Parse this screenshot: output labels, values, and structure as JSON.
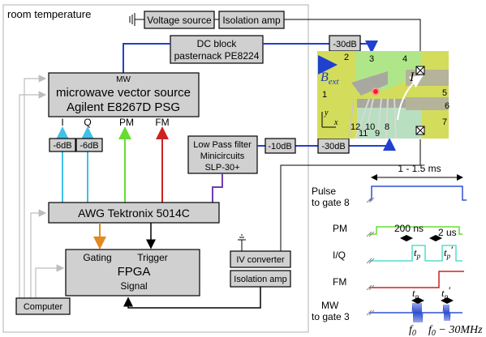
{
  "room_label": "room temperature",
  "voltage_source": "Voltage source",
  "isolation_amp_top": "Isolation amp",
  "dc_block": {
    "line1": "DC block",
    "line2": "pasternack PE8224"
  },
  "atten_top": "-30dB",
  "mw_label": "MW",
  "mvs": {
    "line1": "microwave vector source",
    "line2": "Agilent E8267D PSG"
  },
  "ports": [
    "I",
    "Q",
    "PM",
    "FM"
  ],
  "atten_i": "-6dB",
  "atten_q": "-6dB",
  "lpf": {
    "line1": "Low Pass filter",
    "line2": "Minicircuits",
    "line3": "SLP-30+"
  },
  "atten_10": "-10dB",
  "atten_30b": "-30dB",
  "awg": "AWG Tektronix 5014C",
  "gating": "Gating",
  "trigger": "Trigger",
  "fpga": "FPGA",
  "signal": "Signal",
  "iv_converter": "IV converter",
  "isolation_amp_bottom": "Isolation amp",
  "computer": "Computer",
  "device": {
    "b_ext": "B",
    "b_ext_sub": "ext",
    "current": "I",
    "axis_y": "y",
    "axis_x": "x",
    "gate_numbers": [
      "1",
      "2",
      "3",
      "4",
      "5",
      "6",
      "7",
      "8",
      "9",
      "10",
      "11",
      "12"
    ]
  },
  "timing": {
    "pulse_label_1": "Pulse",
    "pulse_label_2": "to gate 8",
    "pulse_duration": "1 - 1.5 ms",
    "pm": "PM",
    "iq": "I/Q",
    "fm": "FM",
    "mw_1": "MW",
    "mw_2": "to gate 3",
    "t200": "200 ns",
    "t2us": "2 us",
    "tp": "t",
    "tp_sub": "p",
    "tp_prime": "'",
    "f0": "f",
    "f0_sub": "0",
    "f_shift": " − 30MHz"
  },
  "colors": {
    "line_blue": "#2040d0",
    "cyan": "#40c0e8",
    "green": "#66dd33",
    "red": "#cc2222",
    "orange": "#e08a20",
    "purple": "#6a3fb0",
    "gray": "#bdbdbd",
    "box_fill": "#d0d0d0",
    "device_bg": "#d4dc5c",
    "iq_teal": "#55ddcc"
  }
}
